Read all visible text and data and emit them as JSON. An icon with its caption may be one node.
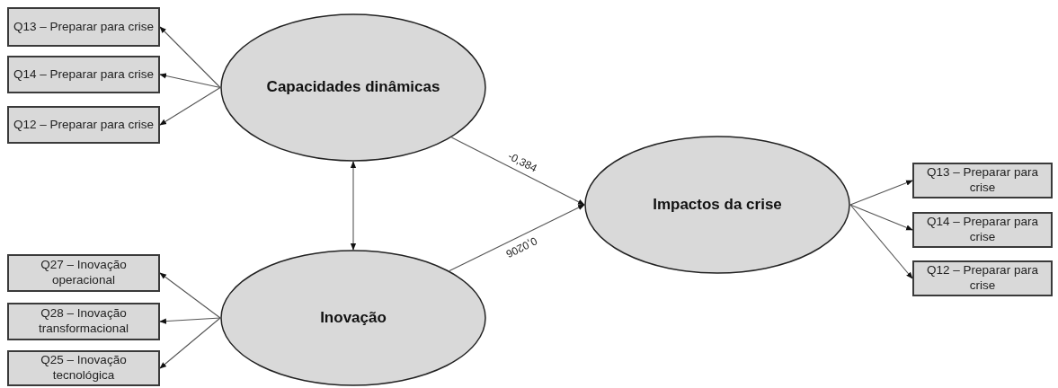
{
  "diagram": {
    "nodes": [
      {
        "text": [
          "Capacidades dinâmicas"
        ]
      },
      {
        "text": [
          "Q13 – Preparar para crise"
        ]
      },
      {
        "text": [
          "Q14 – Preparar para crise"
        ]
      },
      {
        "text": [
          "Q12 – Preparar para crise"
        ]
      },
      {
        "text": [
          "Inovação"
        ]
      },
      {
        "text": [
          "Q27 – Inovação operacional"
        ]
      },
      {
        "text": [
          "Q28 – Inovação transformacional"
        ]
      },
      {
        "text": [
          "Q25 – Inovação tecnológica"
        ]
      },
      {
        "text": [
          "Impactos da crise"
        ]
      },
      {
        "text": [
          "Q13 – Preparar para crise"
        ]
      },
      {
        "text": [
          "Q14 – Preparar para crise"
        ]
      },
      {
        "text": [
          "Q12 – Preparar para crise"
        ]
      }
    ],
    "edges": [
      {
        "from": 0,
        "to": 1,
        "arrow": "to"
      },
      {
        "from": 0,
        "to": 2,
        "arrow": "to"
      },
      {
        "from": 0,
        "to": 3,
        "arrow": "to"
      },
      {
        "from": 0,
        "to": 4,
        "arrow": "both"
      },
      {
        "from": 4,
        "to": 5,
        "arrow": "to"
      },
      {
        "from": 4,
        "to": 6,
        "arrow": "to"
      },
      {
        "from": 4,
        "to": 7,
        "arrow": "to"
      },
      {
        "from": 0,
        "to": 8,
        "label": "-0,384",
        "arrow": "to"
      },
      {
        "from": 4,
        "to": 8,
        "label": "0,0206",
        "arrow": "to"
      },
      {
        "from": 8,
        "to": 9,
        "arrow": "to"
      },
      {
        "from": 8,
        "to": 10,
        "arrow": "to"
      },
      {
        "from": 8,
        "to": 11,
        "arrow": "to"
      }
    ]
  }
}
